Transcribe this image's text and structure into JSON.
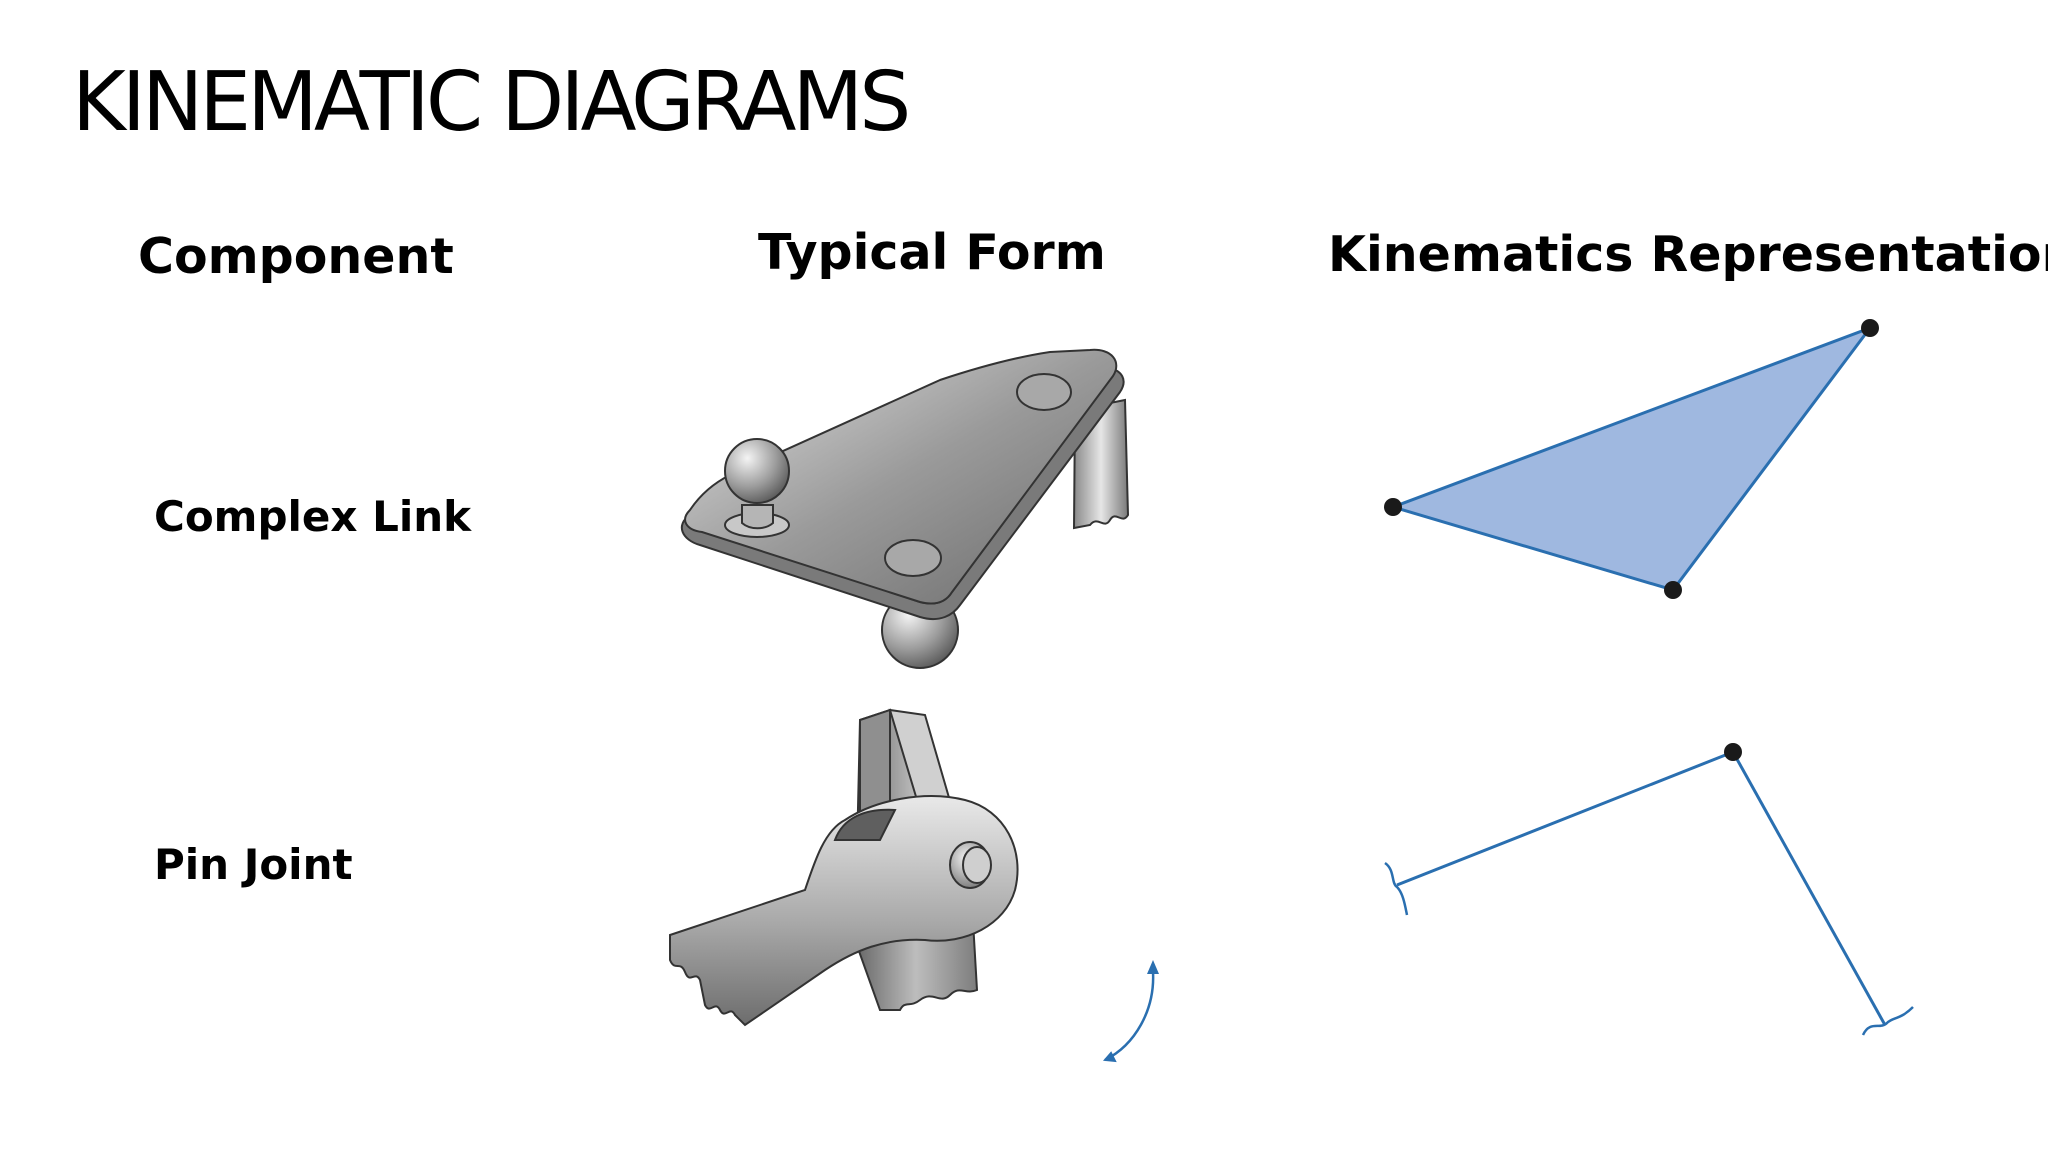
{
  "slide": {
    "title": "KINEMATIC DIAGRAMS"
  },
  "columns": {
    "component": "Component",
    "typical_form": "Typical Form",
    "kinematics": "Kinematics Representation"
  },
  "rows": [
    {
      "label": "Complex Link",
      "form_icon": "complex-link-illustration",
      "kinematic_symbol": "triangle-link-with-three-joints"
    },
    {
      "label": "Pin Joint",
      "form_icon": "pin-joint-illustration",
      "kinematic_symbol": "two-lines-pinned-at-joint"
    }
  ],
  "colors": {
    "link_fill": "#9fb8e0",
    "link_stroke": "#2a6fb0",
    "joint_dot": "#1a1a1a",
    "metal_dark": "#5f5f5f",
    "metal_light": "#d9d9d9"
  }
}
